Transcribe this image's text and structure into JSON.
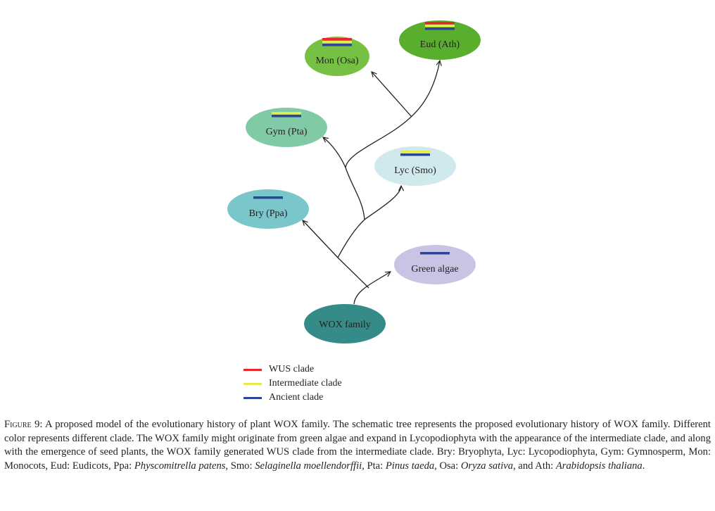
{
  "colors": {
    "wus": "#e8262b",
    "intermediate": "#e6ea4a",
    "ancient": "#2b4699",
    "line": "#231f20"
  },
  "nodes": [
    {
      "id": "mon",
      "label": "Mon (Osa)",
      "fill": "#76c043",
      "clades": [
        "wus",
        "intermediate",
        "ancient"
      ]
    },
    {
      "id": "eud",
      "label": "Eud (Ath)",
      "fill": "#5aae2e",
      "clades": [
        "wus",
        "intermediate",
        "ancient"
      ]
    },
    {
      "id": "gym",
      "label": "Gym (Pta)",
      "fill": "#80cba6",
      "clades": [
        "intermediate",
        "ancient"
      ]
    },
    {
      "id": "lyc",
      "label": "Lyc (Smo)",
      "fill": "#cfe9ed",
      "clades": [
        "intermediate",
        "ancient"
      ]
    },
    {
      "id": "bry",
      "label": "Bry (Ppa)",
      "fill": "#79c6cb",
      "clades": [
        "ancient"
      ]
    },
    {
      "id": "algae",
      "label": "Green algae",
      "fill": "#c9c3e4",
      "clades": [
        "ancient"
      ]
    },
    {
      "id": "wox",
      "label": "WOX family",
      "fill": "#348b88",
      "clades": []
    }
  ],
  "legend": [
    {
      "key": "wus",
      "label": "WUS clade"
    },
    {
      "key": "intermediate",
      "label": "Intermediate clade"
    },
    {
      "key": "ancient",
      "label": "Ancient clade"
    }
  ],
  "caption": {
    "figure_label": "Figure 9",
    "text_1": ": A proposed model of the evolutionary history of plant WOX family. The schematic tree represents the proposed evolutionary history of WOX family. Different color represents different clade. The WOX family might originate from green algae and expand in Lycopodiophyta with the appearance of the intermediate clade, and along with the emergence of seed plants, the WOX family generated WUS clade from the intermediate clade. Bry: Bryophyta, Lyc: Lycopodiophyta, Gym: Gymnosperm, Mon: Monocots, Eud: Eudicots, Ppa: ",
    "species_ppa": "Physcomitrella patens",
    "text_2": ", Smo: ",
    "species_smo": "Selaginella moellendorffii",
    "text_3": ", Pta: ",
    "species_pta": "Pinus taeda",
    "text_4": ", Osa: ",
    "species_osa": "Oryza sativa",
    "text_5": ", and Ath: ",
    "species_ath": "Arabidopsis thaliana",
    "text_6": "."
  }
}
